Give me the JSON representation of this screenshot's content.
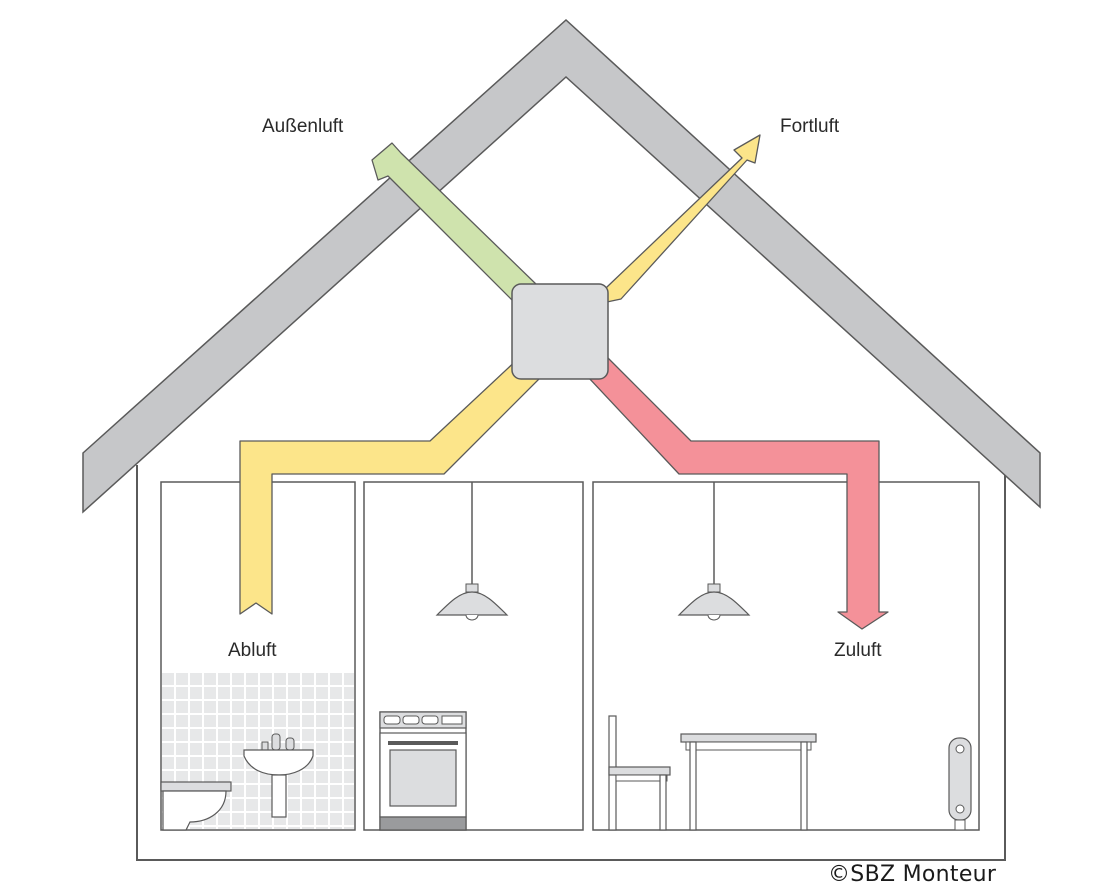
{
  "labels": {
    "outdoor_air": "Außenluft",
    "exhaust_air": "Fortluft",
    "extract_air": "Abluft",
    "supply_air": "Zuluft"
  },
  "credit": "©SBZ Monteur",
  "colors": {
    "roof": "#c6c7c9",
    "outline": "#5a5a5a",
    "outdoor_air": "#cfe3ad",
    "exhaust_air": "#fce58a",
    "extract_air": "#fce58a",
    "supply_air": "#f49199",
    "unit": "#dcdddf",
    "tile": "#e7e8e9"
  },
  "icons": [
    "ventilation-unit-icon",
    "toilet-icon",
    "sink-icon",
    "stove-icon",
    "ceiling-lamp-icon",
    "chair-icon",
    "table-icon",
    "radiator-icon"
  ]
}
